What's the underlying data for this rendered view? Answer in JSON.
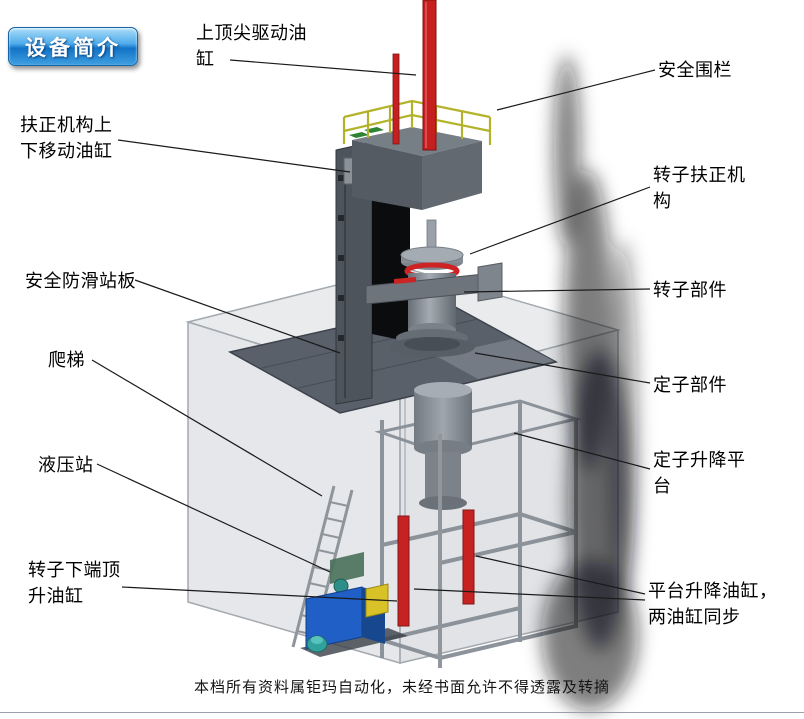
{
  "badge": {
    "label": "设备简介"
  },
  "labels": [
    {
      "id": "top-drive-cylinder",
      "text": "上顶尖驱动油缸"
    },
    {
      "id": "safety-fence",
      "text": "安全围栏"
    },
    {
      "id": "centering-updown-cylinder",
      "text": "扶正机构上下移动油缸"
    },
    {
      "id": "rotor-centering-mechanism",
      "text": "转子扶正机构"
    },
    {
      "id": "antislip-platform",
      "text": "安全防滑站板"
    },
    {
      "id": "rotor-part",
      "text": "转子部件"
    },
    {
      "id": "ladder",
      "text": "爬梯"
    },
    {
      "id": "stator-part",
      "text": "定子部件"
    },
    {
      "id": "hydraulic-station",
      "text": "液压站"
    },
    {
      "id": "stator-lift-platform",
      "text": "定子升降平台"
    },
    {
      "id": "rotor-bottom-jack-cylinder",
      "text": "转子下端顶升油缸"
    },
    {
      "id": "platform-lift-cylinders",
      "text": "平台升降油缸，两油缸同步"
    }
  ],
  "footer": {
    "text": "本档所有资料属钜玛自动化，未经书面允许不得透露及转摘"
  },
  "colors": {
    "badge_blue": "#1273c8",
    "cylinder_red": "#c51f1f",
    "railing_yellow": "#b3b32b",
    "hydraulic_blue": "#1f5fc6",
    "platform_gray": "#59606a",
    "label_text": "#000000"
  }
}
